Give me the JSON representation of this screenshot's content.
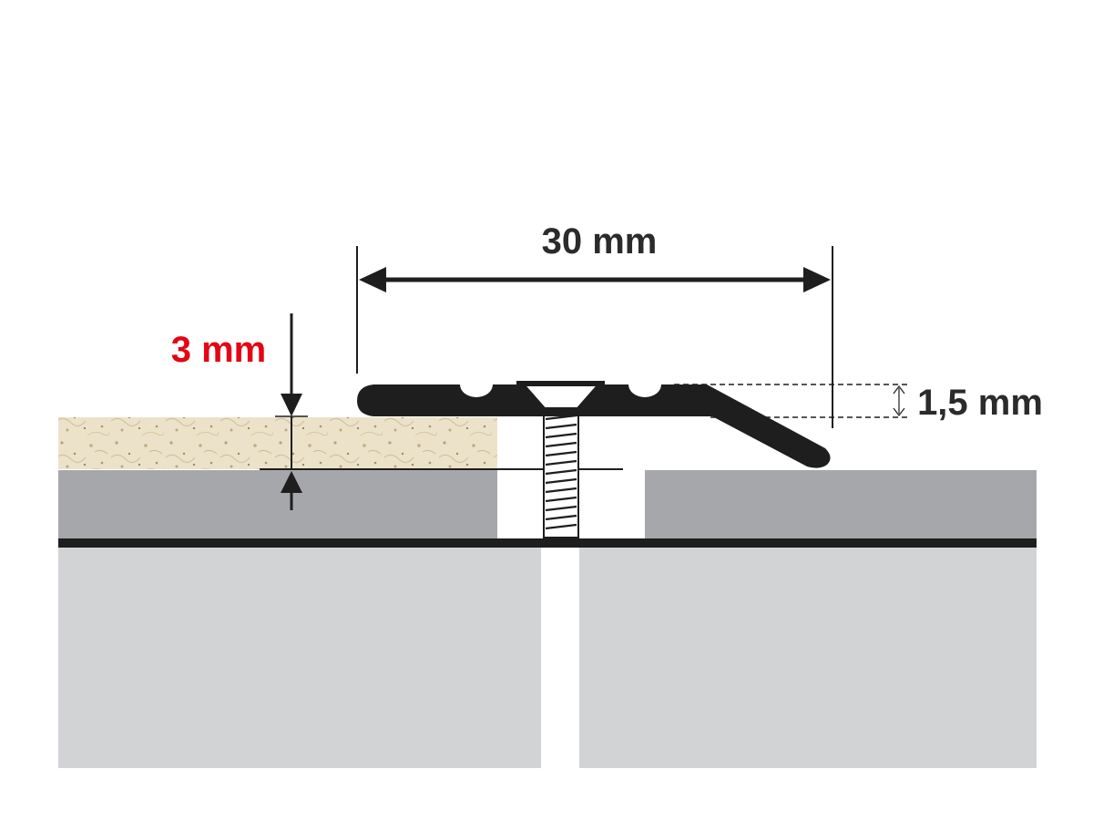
{
  "dimensions": {
    "width_label": "30 mm",
    "step_height_label": "3 mm",
    "profile_thickness_label": "1,5 mm"
  },
  "colors": {
    "accent_label": "#e30613",
    "label_text": "#2b2b2b",
    "profile": "#1e1e1e",
    "subfloor": "#d2d3d5",
    "floor_covering": "#a6a7aa",
    "tile_covering": "#ece2ca"
  }
}
